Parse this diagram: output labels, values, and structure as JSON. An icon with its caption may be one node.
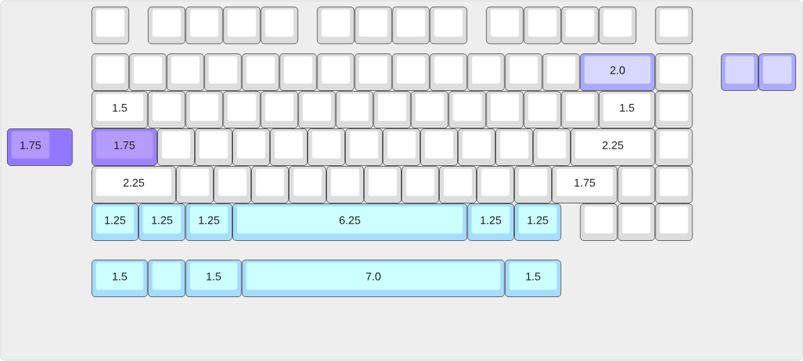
{
  "diagram": {
    "nodes": [
      {
        "text": [],
        "shape": "box"
      },
      {
        "text": [],
        "shape": "box"
      },
      {
        "text": [],
        "shape": "box"
      },
      {
        "text": [],
        "shape": "box"
      },
      {
        "text": [],
        "shape": "box"
      },
      {
        "text": [],
        "shape": "box"
      },
      {
        "text": [],
        "shape": "box"
      },
      {
        "text": [],
        "shape": "box"
      },
      {
        "text": [],
        "shape": "box"
      },
      {
        "text": [],
        "shape": "box"
      },
      {
        "text": [],
        "shape": "box"
      },
      {
        "text": [],
        "shape": "box"
      },
      {
        "text": [],
        "shape": "box"
      },
      {
        "text": [],
        "shape": "box"
      },
      {
        "text": [],
        "shape": "box"
      },
      {
        "text": [],
        "shape": "box"
      },
      {
        "text": [],
        "shape": "box"
      },
      {
        "text": [],
        "shape": "box"
      },
      {
        "text": [],
        "shape": "box"
      },
      {
        "text": [],
        "shape": "box"
      },
      {
        "text": [],
        "shape": "box"
      },
      {
        "text": [],
        "shape": "box"
      },
      {
        "text": [],
        "shape": "box"
      },
      {
        "text": [],
        "shape": "box"
      },
      {
        "text": [],
        "shape": "box"
      },
      {
        "text": [],
        "shape": "box"
      },
      {
        "text": [],
        "shape": "box"
      },
      {
        "text": [
          "2.0"
        ]
      },
      {
        "text": [],
        "shape": "box"
      },
      {
        "text": [],
        "shape": "box"
      },
      {
        "text": [],
        "shape": "box"
      },
      {
        "text": [
          "1.5"
        ]
      },
      {
        "text": [],
        "shape": "box"
      },
      {
        "text": [],
        "shape": "box"
      },
      {
        "text": [],
        "shape": "box"
      },
      {
        "text": [],
        "shape": "box"
      },
      {
        "text": [],
        "shape": "box"
      },
      {
        "text": [],
        "shape": "box"
      },
      {
        "text": [],
        "shape": "box"
      },
      {
        "text": [],
        "shape": "box"
      },
      {
        "text": [],
        "shape": "box"
      },
      {
        "text": [],
        "shape": "box"
      },
      {
        "text": [],
        "shape": "box"
      },
      {
        "text": [],
        "shape": "box"
      },
      {
        "text": [
          "1.5"
        ]
      },
      {
        "text": [],
        "shape": "box"
      },
      {
        "text": [
          "1.75"
        ]
      },
      {
        "text": [
          "1.75"
        ]
      },
      {
        "text": [],
        "shape": "box"
      },
      {
        "text": [],
        "shape": "box"
      },
      {
        "text": [],
        "shape": "box"
      },
      {
        "text": [],
        "shape": "box"
      },
      {
        "text": [],
        "shape": "box"
      },
      {
        "text": [],
        "shape": "box"
      },
      {
        "text": [],
        "shape": "box"
      },
      {
        "text": [],
        "shape": "box"
      },
      {
        "text": [],
        "shape": "box"
      },
      {
        "text": [],
        "shape": "box"
      },
      {
        "text": [],
        "shape": "box"
      },
      {
        "text": [
          "2.25"
        ]
      },
      {
        "text": [],
        "shape": "box"
      },
      {
        "text": [
          "2.25"
        ]
      },
      {
        "text": [],
        "shape": "box"
      },
      {
        "text": [],
        "shape": "box"
      },
      {
        "text": [],
        "shape": "box"
      },
      {
        "text": [],
        "shape": "box"
      },
      {
        "text": [],
        "shape": "box"
      },
      {
        "text": [],
        "shape": "box"
      },
      {
        "text": [],
        "shape": "box"
      },
      {
        "text": [],
        "shape": "box"
      },
      {
        "text": [],
        "shape": "box"
      },
      {
        "text": [],
        "shape": "box"
      },
      {
        "text": [
          "1.75"
        ]
      },
      {
        "text": [],
        "shape": "box"
      },
      {
        "text": [],
        "shape": "box"
      },
      {
        "text": [
          "1.25"
        ]
      },
      {
        "text": [
          "1.25"
        ]
      },
      {
        "text": [
          "1.25"
        ]
      },
      {
        "text": [
          "6.25"
        ]
      },
      {
        "text": [
          "1.25"
        ]
      },
      {
        "text": [
          "1.25"
        ]
      },
      {
        "text": [],
        "shape": "box"
      },
      {
        "text": [],
        "shape": "box"
      },
      {
        "text": [],
        "shape": "box"
      },
      {
        "text": [
          "1.5"
        ]
      },
      {
        "text": [],
        "shape": "box"
      },
      {
        "text": [
          "1.5"
        ]
      },
      {
        "text": [
          "7.0"
        ]
      },
      {
        "text": [
          "1.5"
        ]
      }
    ]
  }
}
